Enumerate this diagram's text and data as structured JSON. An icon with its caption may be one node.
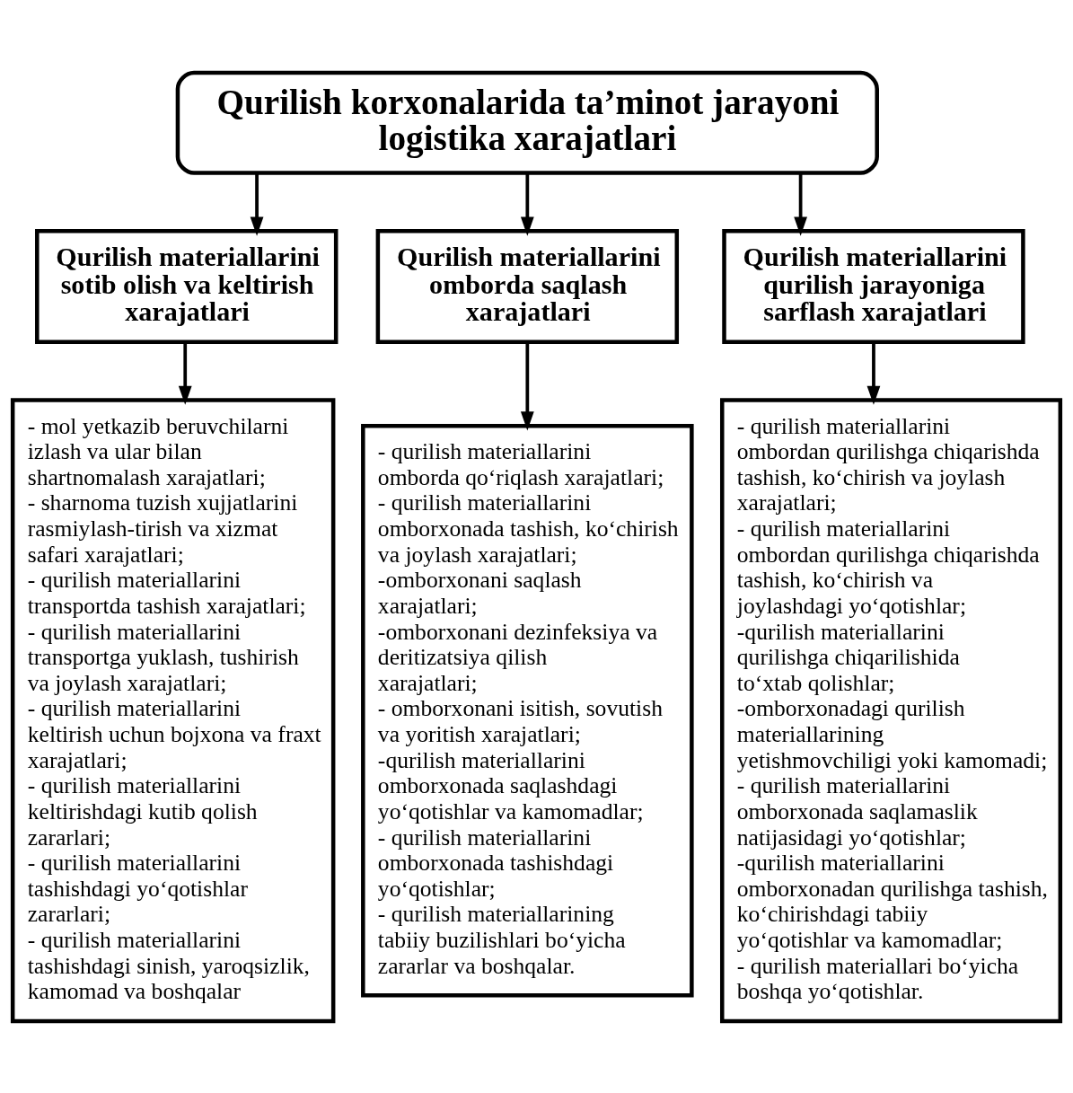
{
  "diagram": {
    "nodes": [
      {
        "text": [
          "Qurilish korxonalarida ta’minot jarayoni logistika xarajatlari"
        ]
      },
      {
        "text": [
          "Qurilish materiallarini sotib olish va keltirish xarajatlari"
        ]
      },
      {
        "text": [
          "Qurilish materiallarini omborda saqlash xarajatlari"
        ]
      },
      {
        "text": [
          "Qurilish materiallarini qurilish jarayoniga sarflash xarajatlari"
        ]
      },
      {
        "text": [
          "- mol yetkazib beruvchilarni izlash va ular bilan shartnomalash xarajatlari;",
          "- sharnoma tuzish xujjatlarini rasmiylash-tirish va xizmat safari xarajatlari;",
          "- qurilish materiallarini transportda tashish xarajatlari;",
          "- qurilish materiallarini transportga yuklash, tushirish va joylash xarajatlari;",
          "- qurilish materiallarini keltirish uchun bojxona va fraxt xarajatlari;",
          "- qurilish materiallarini keltirishdagi kutib qolish zararlari;",
          "- qurilish materiallarini tashishdagi yo‘qotishlar zararlari;",
          "- qurilish materiallarini tashishdagi sinish, yaroqsizlik, kamomad va boshqalar"
        ]
      },
      {
        "text": [
          "- qurilish materiallarini omborda qo‘riqlash xarajatlari;",
          "- qurilish materiallarini omborxonada tashish, ko‘chirish va joylash xarajatlari;",
          "-omborxonani saqlash xarajatlari;",
          "-omborxonani dezinfeksiya va deritizatsiya qilish xarajatlari;",
          "- omborxonani isitish, sovutish va yoritish xarajatlari;",
          "-qurilish materiallarini omborxonada saqlashdagi yo‘qotishlar va kamomadlar;",
          "- qurilish materiallarini omborxonada tashishdagi yo‘qotishlar;",
          "- qurilish materiallarining tabiiy buzilishlari bo‘yicha zararlar va boshqalar."
        ]
      },
      {
        "text": [
          "- qurilish materiallarini ombordan qurilishga chiqarishda tashish, ko‘chirish va joylash xarajatlari;",
          "- qurilish materiallarini ombordan qurilishga chiqarishda tashish, ko‘chirish va joylashdagi yo‘qotishlar;",
          "-qurilish materiallarini qurilishga chiqarilishida to‘xtab qolishlar;",
          "-omborxonadagi qurilish materiallarining yetishmovchiligi yoki kamomadi;",
          "- qurilish materiallarini omborxonada saqlamaslik natijasidagi yo‘qotishlar;",
          "-qurilish materiallarini omborxonadan qurilishga tashish, ko‘chirishdagi tabiiy yo‘qotishlar va kamomadlar;",
          "- qurilish materiallari bo‘yicha boshqa yo‘qotishlar."
        ]
      }
    ],
    "edges": [
      {
        "from": 0,
        "to": 1,
        "arrow": "to"
      },
      {
        "from": 0,
        "to": 2,
        "arrow": "to"
      },
      {
        "from": 0,
        "to": 3,
        "arrow": "to"
      },
      {
        "from": 1,
        "to": 4,
        "arrow": "to"
      },
      {
        "from": 2,
        "to": 5,
        "arrow": "to"
      },
      {
        "from": 3,
        "to": 6,
        "arrow": "to"
      }
    ]
  }
}
